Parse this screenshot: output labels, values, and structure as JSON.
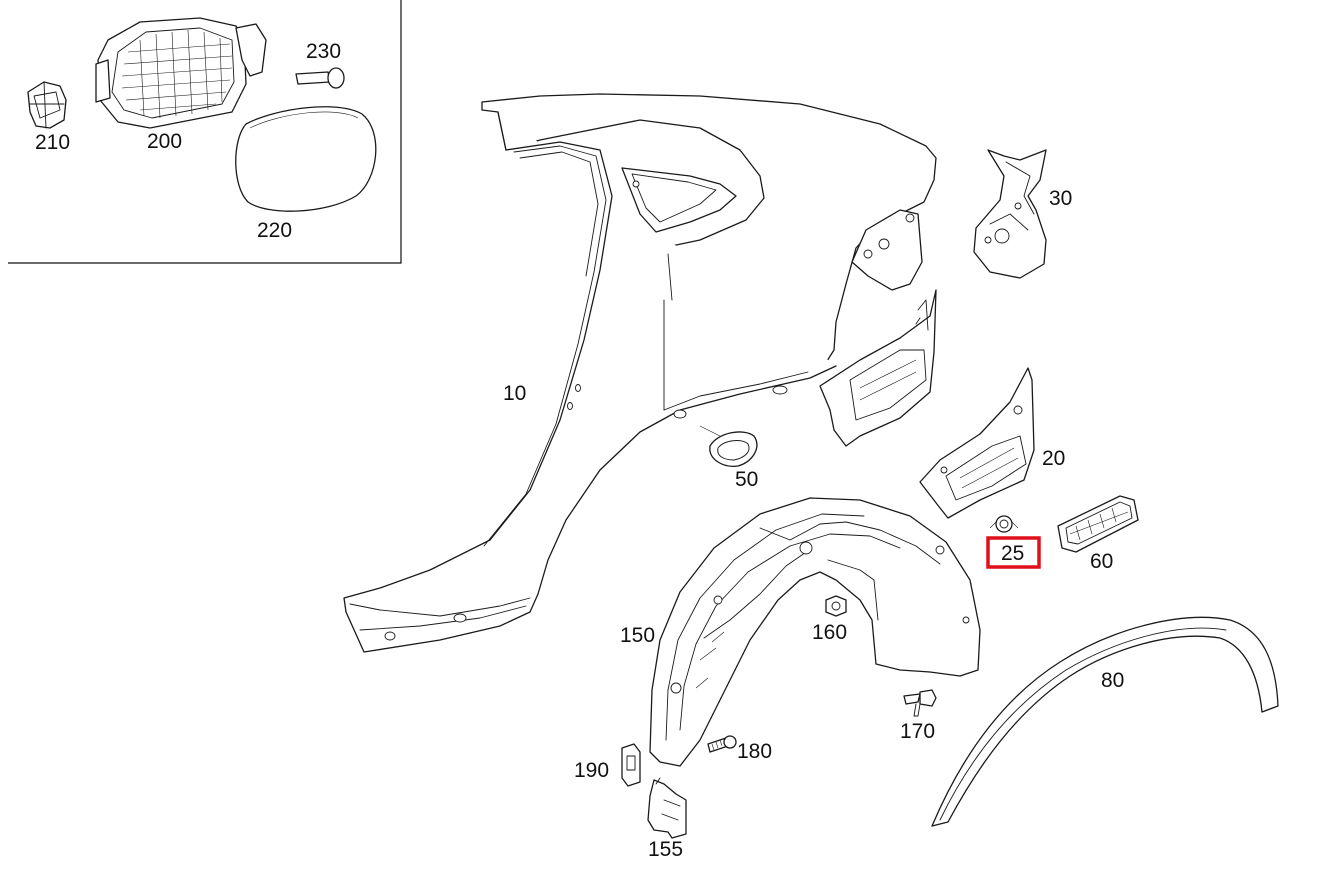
{
  "diagram": {
    "highlight_color": "#e0101a",
    "highlighted_part": "25",
    "parts": [
      {
        "id": "p10",
        "label": "10"
      },
      {
        "id": "p20",
        "label": "20"
      },
      {
        "id": "p25",
        "label": "25"
      },
      {
        "id": "p30",
        "label": "30"
      },
      {
        "id": "p50",
        "label": "50"
      },
      {
        "id": "p60",
        "label": "60"
      },
      {
        "id": "p80",
        "label": "80"
      },
      {
        "id": "p150",
        "label": "150"
      },
      {
        "id": "p155",
        "label": "155"
      },
      {
        "id": "p160",
        "label": "160"
      },
      {
        "id": "p170",
        "label": "170"
      },
      {
        "id": "p180",
        "label": "180"
      },
      {
        "id": "p190",
        "label": "190"
      },
      {
        "id": "p200",
        "label": "200"
      },
      {
        "id": "p210",
        "label": "210"
      },
      {
        "id": "p220",
        "label": "220"
      },
      {
        "id": "p230",
        "label": "230"
      }
    ]
  }
}
